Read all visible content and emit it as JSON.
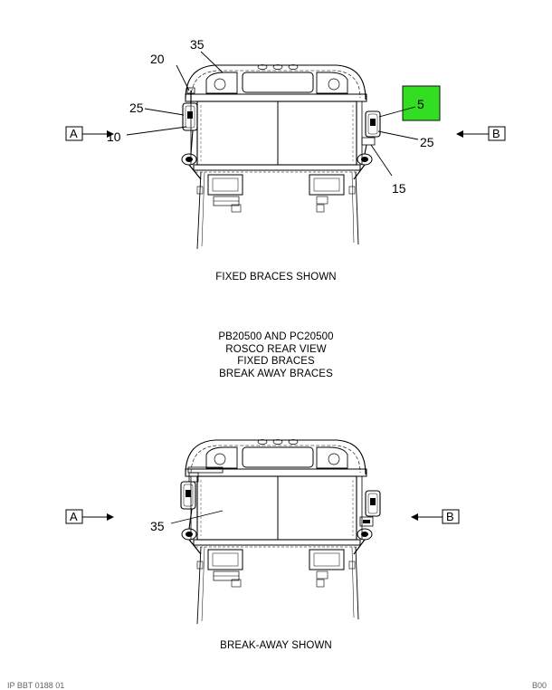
{
  "views": {
    "top": {
      "callouts": [
        "35",
        "20",
        "25",
        "10",
        "5",
        "25",
        "15"
      ],
      "view_a": "A",
      "view_b": "B",
      "caption": "FIXED BRACES SHOWN",
      "highlight_color": "#33dd22"
    },
    "bottom": {
      "callouts": [
        "35"
      ],
      "view_a": "A",
      "view_b": "B",
      "caption": "BREAK-AWAY SHOWN"
    }
  },
  "title_block": {
    "lines": [
      "PB20500 AND PC20500",
      "ROSCO REAR VIEW",
      "FIXED BRACES",
      "BREAK AWAY BRACES"
    ]
  },
  "footer": {
    "left": "IP BBT 0188 01",
    "right": "B00"
  }
}
